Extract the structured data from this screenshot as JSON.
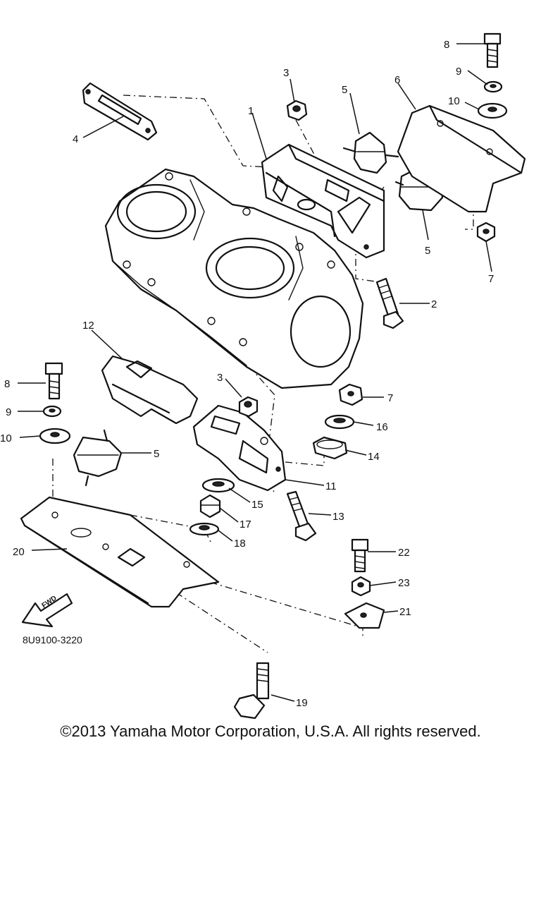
{
  "diagram": {
    "drawing_code": "8U9100-3220",
    "direction_marker": "FWD",
    "callouts": {
      "c1": "1",
      "c2": "2",
      "c3a": "3",
      "c3b": "3",
      "c4": "4",
      "c5a": "5",
      "c5b": "5",
      "c5c": "5",
      "c6": "6",
      "c7a": "7",
      "c7b": "7",
      "c8a": "8",
      "c8b": "8",
      "c9a": "9",
      "c9b": "9",
      "c10a": "10",
      "c10b": "10",
      "c11": "11",
      "c12": "12",
      "c13": "13",
      "c14": "14",
      "c15": "15",
      "c16": "16",
      "c17": "17",
      "c18": "18",
      "c19": "19",
      "c20": "20",
      "c21": "21",
      "c22": "22",
      "c23": "23"
    }
  },
  "footer": {
    "copyright": "©2013 Yamaha Motor Corporation, U.S.A. All rights reserved."
  }
}
